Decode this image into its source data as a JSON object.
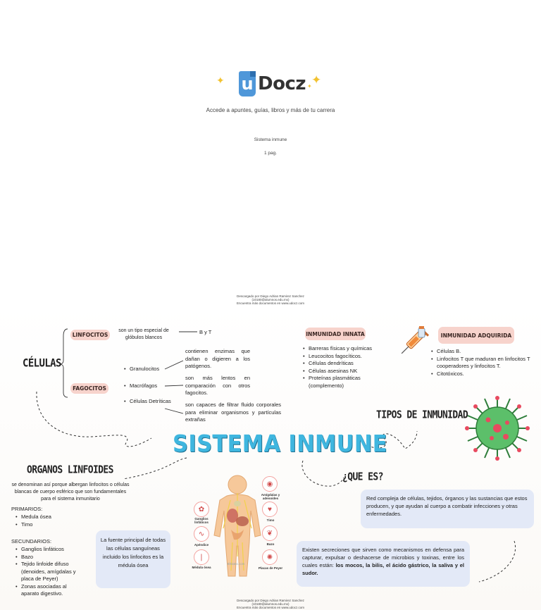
{
  "cover": {
    "logo_letter": "u",
    "logo_word": "Docz",
    "tagline": "Accede a apuntes, guías, libros y más de tu carrera",
    "doc_title": "Sistema inmune",
    "pages": "1 pag.",
    "download_note": [
      "Descargado por Diego Adrian Ramirez Sanchez",
      "(10180@alumnos.edu.mx)",
      "Encuentra más documentos en www.udocz.com"
    ]
  },
  "map": {
    "title": "SISTEMA INMUNE",
    "celulas": {
      "heading": "CÉLULAS",
      "linfocitos_label": "LINFOCITOS",
      "linfocitos_desc": "son un tipo especial de glóbulos blancos",
      "linfocitos_types": "B y T",
      "fagocitos_label": "FAGOCITOS",
      "fagocitos_items": [
        "Granulocitos",
        "Macrófagos",
        "Células Detríticas"
      ],
      "granulocitos_desc": "contienen enzimas que dañan o digieren a los patógenos.",
      "macrofagos_desc": "son más lentos en comparación con otros fagocitos.",
      "detriticas_desc": "son capaces de filtrar fluido corporales para eliminar organismos y partículas extrañas"
    },
    "innata": {
      "label": "INMUNIDAD INNATA",
      "items": [
        "Barreras físicas y químicas",
        " Leucocitos fagocíticos.",
        "Células dendríticas",
        "Células asesinas NK",
        "Proteínas plasmáticas (complemento)"
      ]
    },
    "adquirida": {
      "label": "INMUNIDAD ADQUIRIDA",
      "items": [
        "Células B.",
        "Linfocitos T que maduran en linfocitos T cooperadores y linfocitos T.",
        "Citotóxicos."
      ]
    },
    "tipos_heading": "TIPOS DE INMUNIDAD",
    "que_es": {
      "heading": "¿QUE ES?",
      "definition": "Red compleja de células, tejidos, órganos y las sustancias que estos producen, y que ayudan al cuerpo a combatir infecciones y otras enfermedades.",
      "secreciones_intro": "Existen secreciones que sirven como mecanismos en defensa para capturar, expulsar o deshacerse de microbios y toxinas, entre los cuales están: ",
      "secreciones_bold": "los mocos, la bilis, el ácido gástrico, la saliva y el sudor."
    },
    "organos": {
      "heading": "ORGANOS LINFOIDES",
      "intro": "se denominan así porque albergan linfocitos o células blancas de cuerpo esférico que son fundamentales para el sistema inmunitario",
      "primarios_label": "PRIMARIOS:",
      "primarios": [
        "Medula ósea",
        "Timo"
      ],
      "secundarios_label": "SECUNDARIOS:",
      "secundarios": [
        "Ganglios linfáticos",
        "Bazo",
        "Tejido linfoide difuso (denoides, amígdalas y placa de Peyer)",
        "Zonas asociadas al aparato digestivo."
      ]
    },
    "fuente": "La fuente principal de todas las células sanguíneas incluido los linfocitos es la médula ósea",
    "figure_labels": {
      "ganglios": "Ganglios linfáticos",
      "apendice": "Apéndice",
      "medula": "Médula ósea",
      "amigdalas": "Amígdalas y adenoides",
      "timo": "Timo",
      "bazo": "Bazo",
      "placas": "Placas de Peyer",
      "watermark": "Bhlatex.com"
    },
    "footer_note": [
      "Descargado por Diego Adrian Ramirez Sanchez",
      "(10180@alumnos.edu.mx)",
      "Encuentra más documentos en www.udocz.com"
    ]
  },
  "colors": {
    "title": "#3fb6df",
    "pill": "#f7d3cc",
    "box": "#e3e9f7",
    "logo": "#4f97d9",
    "virus": "#5cbf6a"
  }
}
